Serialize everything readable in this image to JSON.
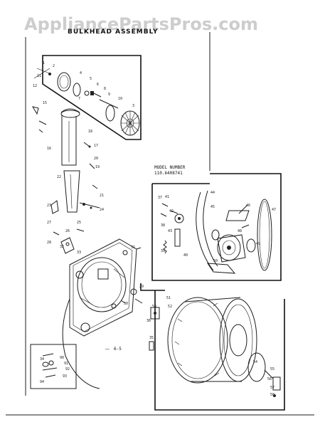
{
  "watermark": "AppliancePartsPros.com",
  "title": "BULKHEAD ASSEMBLY",
  "model": {
    "heading": "MODEL NUMBER",
    "number": "110.6408741"
  },
  "page_ref": "6-5",
  "callouts": {
    "c1": "1",
    "c2": "2",
    "c3": "3",
    "c4": "4",
    "c5": "5",
    "c6": "6",
    "c7": "7",
    "c8": "8",
    "c9": "9",
    "c10": "10",
    "c11": "11",
    "c12": "12",
    "c15": "15",
    "c16": "16",
    "c17": "17",
    "c18": "18",
    "c19": "19",
    "c20": "20",
    "c21": "21",
    "c22": "22",
    "c23": "23",
    "c24": "24",
    "c25": "25",
    "c26": "26",
    "c27": "27",
    "c28": "28",
    "c29": "29",
    "c30": "30",
    "c31": "31",
    "c32": "32",
    "c33": "33",
    "c34": "34",
    "c35": "35",
    "c36": "36",
    "c37": "37",
    "c38": "38",
    "c39": "39",
    "c40": "40",
    "c41": "41",
    "c42": "42",
    "c43": "43",
    "c44": "44",
    "c45": "45",
    "c46": "46",
    "c47": "47",
    "c48": "48",
    "c49": "49",
    "c50": "50",
    "c51": "51",
    "c52": "52",
    "c53": "53",
    "c54": "54",
    "c55": "55",
    "c56": "56",
    "c57": "57",
    "c58": "58",
    "c90": "90",
    "c91": "91",
    "c92": "92",
    "c93": "93",
    "c94": "94"
  }
}
